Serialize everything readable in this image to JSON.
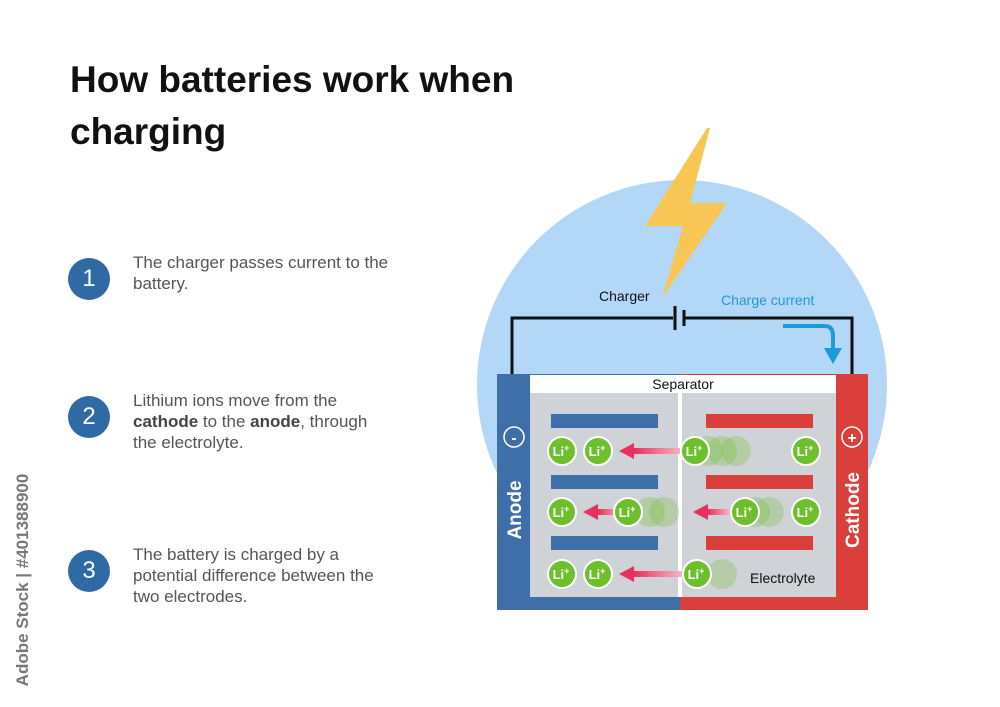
{
  "title": "How batteries work when charging",
  "steps": [
    {
      "number": "1",
      "text_parts": [
        {
          "t": "The charger passes current to the battery.",
          "b": false
        }
      ]
    },
    {
      "number": "2",
      "text_parts": [
        {
          "t": "Lithium ions move from the ",
          "b": false
        },
        {
          "t": "cathode",
          "b": true
        },
        {
          "t": " to the ",
          "b": false
        },
        {
          "t": "anode",
          "b": true
        },
        {
          "t": ", through the electrolyte.",
          "b": false
        }
      ]
    },
    {
      "number": "3",
      "text_parts": [
        {
          "t": "The battery is charged by a potential difference between the two electrodes.",
          "b": false
        }
      ]
    }
  ],
  "diagram": {
    "charger_label": "Charger",
    "charge_current_label": "Charge current",
    "separator_label": "Separator",
    "anode_label": "Anode",
    "cathode_label": "Cathode",
    "anode_sign": "-",
    "cathode_sign": "+",
    "electrolyte_label": "Electrolyte",
    "ion_label": "Li",
    "ion_charge": "+",
    "colors": {
      "anode": "#3f6fa8",
      "cathode": "#d9403c",
      "ion": "#6dbf2c",
      "circle_bg": "#b3d7f7",
      "bolt": "#f7c655",
      "arrow": "#e34b6a",
      "current": "#1b9bd9"
    }
  },
  "watermark": "Adobe Stock | #401388900"
}
